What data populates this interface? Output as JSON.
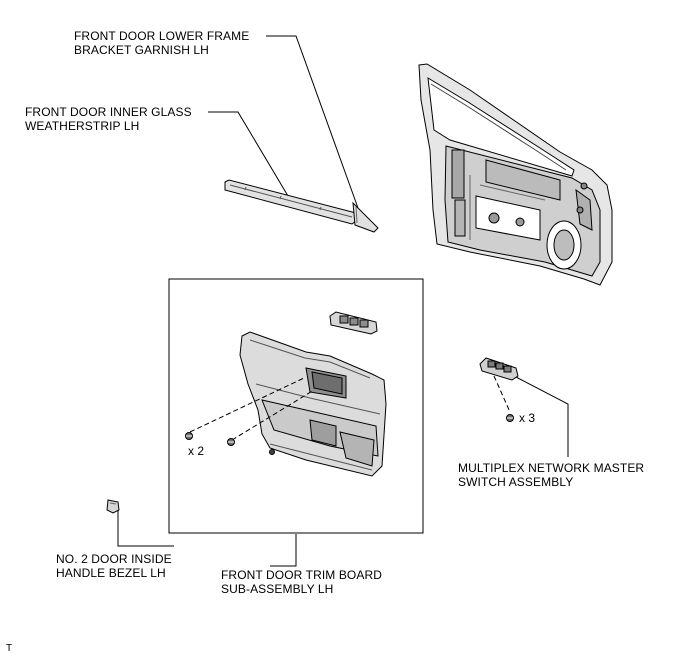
{
  "labels": {
    "garnish": [
      "FRONT DOOR LOWER FRAME",
      "BRACKET GARNISH LH"
    ],
    "weatherstrip": [
      "FRONT DOOR INNER GLASS",
      "WEATHERSTRIP LH"
    ],
    "multiplex": [
      "MULTIPLEX NETWORK MASTER",
      "SWITCH ASSEMBLY"
    ],
    "bezel": [
      "NO. 2 DOOR INSIDE",
      "HANDLE BEZEL LH"
    ],
    "trim_board": [
      "FRONT DOOR TRIM BOARD",
      "SUB-ASSEMBLY LH"
    ]
  },
  "quantities": {
    "trim_screws": "x 2",
    "switch_screws": "x 3"
  },
  "footer_mark": "T",
  "colors": {
    "line": "#000000",
    "part_fill": "#d9d9d9",
    "part_dark": "#8c8c8c",
    "background": "#ffffff"
  }
}
